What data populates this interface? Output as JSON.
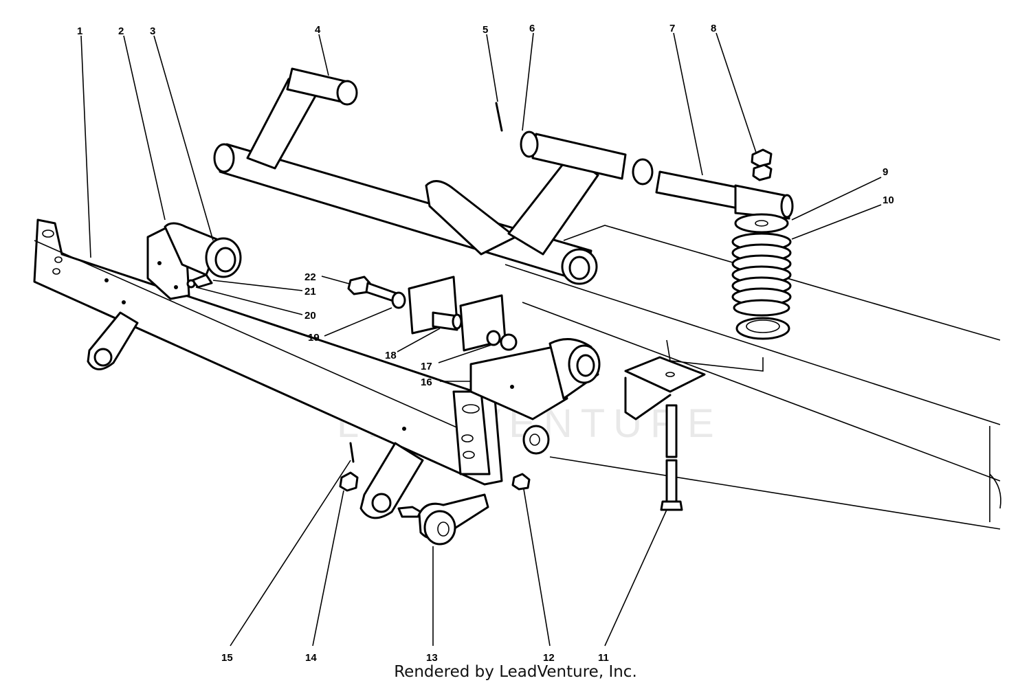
{
  "callouts": [
    {
      "id": "1",
      "label": "1"
    },
    {
      "id": "2",
      "label": "2"
    },
    {
      "id": "3",
      "label": "3"
    },
    {
      "id": "4",
      "label": "4"
    },
    {
      "id": "5",
      "label": "5"
    },
    {
      "id": "6",
      "label": "6"
    },
    {
      "id": "7",
      "label": "7"
    },
    {
      "id": "8",
      "label": "8"
    },
    {
      "id": "9",
      "label": "9"
    },
    {
      "id": "10",
      "label": "10"
    },
    {
      "id": "11",
      "label": "11"
    },
    {
      "id": "12",
      "label": "12"
    },
    {
      "id": "13",
      "label": "13"
    },
    {
      "id": "14",
      "label": "14"
    },
    {
      "id": "15",
      "label": "15"
    },
    {
      "id": "16",
      "label": "16"
    },
    {
      "id": "17",
      "label": "17"
    },
    {
      "id": "18",
      "label": "18"
    },
    {
      "id": "19",
      "label": "19"
    },
    {
      "id": "20",
      "label": "20"
    },
    {
      "id": "21",
      "label": "21"
    },
    {
      "id": "22",
      "label": "22"
    }
  ],
  "watermark": "LEADVENTURE",
  "credit": "Rendered by LeadVenture, Inc."
}
